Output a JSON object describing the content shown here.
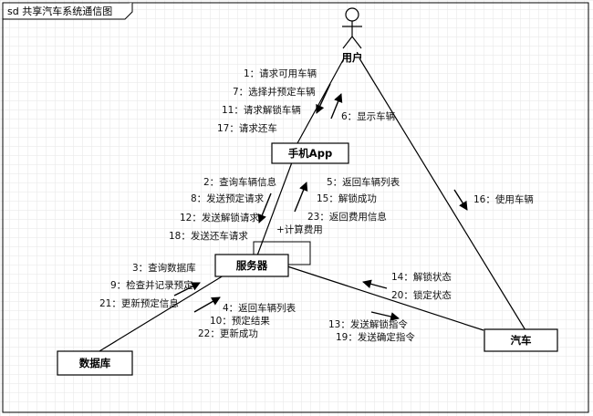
{
  "frame": {
    "title": "sd 共享汽车系统通信图"
  },
  "nodes": {
    "user": "用户",
    "app": "手机App",
    "server": "服务器",
    "database": "数据库",
    "car": "汽车"
  },
  "messages": {
    "user_to_app": [
      "1：请求可用车辆",
      "7：选择并预定车辆",
      "11：请求解锁车辆",
      "17：请求还车"
    ],
    "app_to_user": [
      "6：显示车辆"
    ],
    "app_to_server": [
      "2：查询车辆信息",
      "8：发送预定请求",
      "12：发送解锁请求",
      "18：发送还车请求"
    ],
    "server_to_app": [
      "5：返回车辆列表",
      "15：解锁成功",
      "23：返回费用信息"
    ],
    "self_server": "+计算费用",
    "server_to_db": [
      "3：查询数据库",
      "9：检查并记录预定",
      "21：更新预定信息"
    ],
    "db_to_server": [
      "4：返回车辆列表",
      "10：预定结果",
      "22：更新成功"
    ],
    "car_to_server": [
      "14：解锁状态",
      "20：锁定状态"
    ],
    "server_to_car": [
      "13：发送解锁指令",
      "19：发送确定指令"
    ],
    "user_to_car": [
      "16：使用车辆"
    ]
  }
}
